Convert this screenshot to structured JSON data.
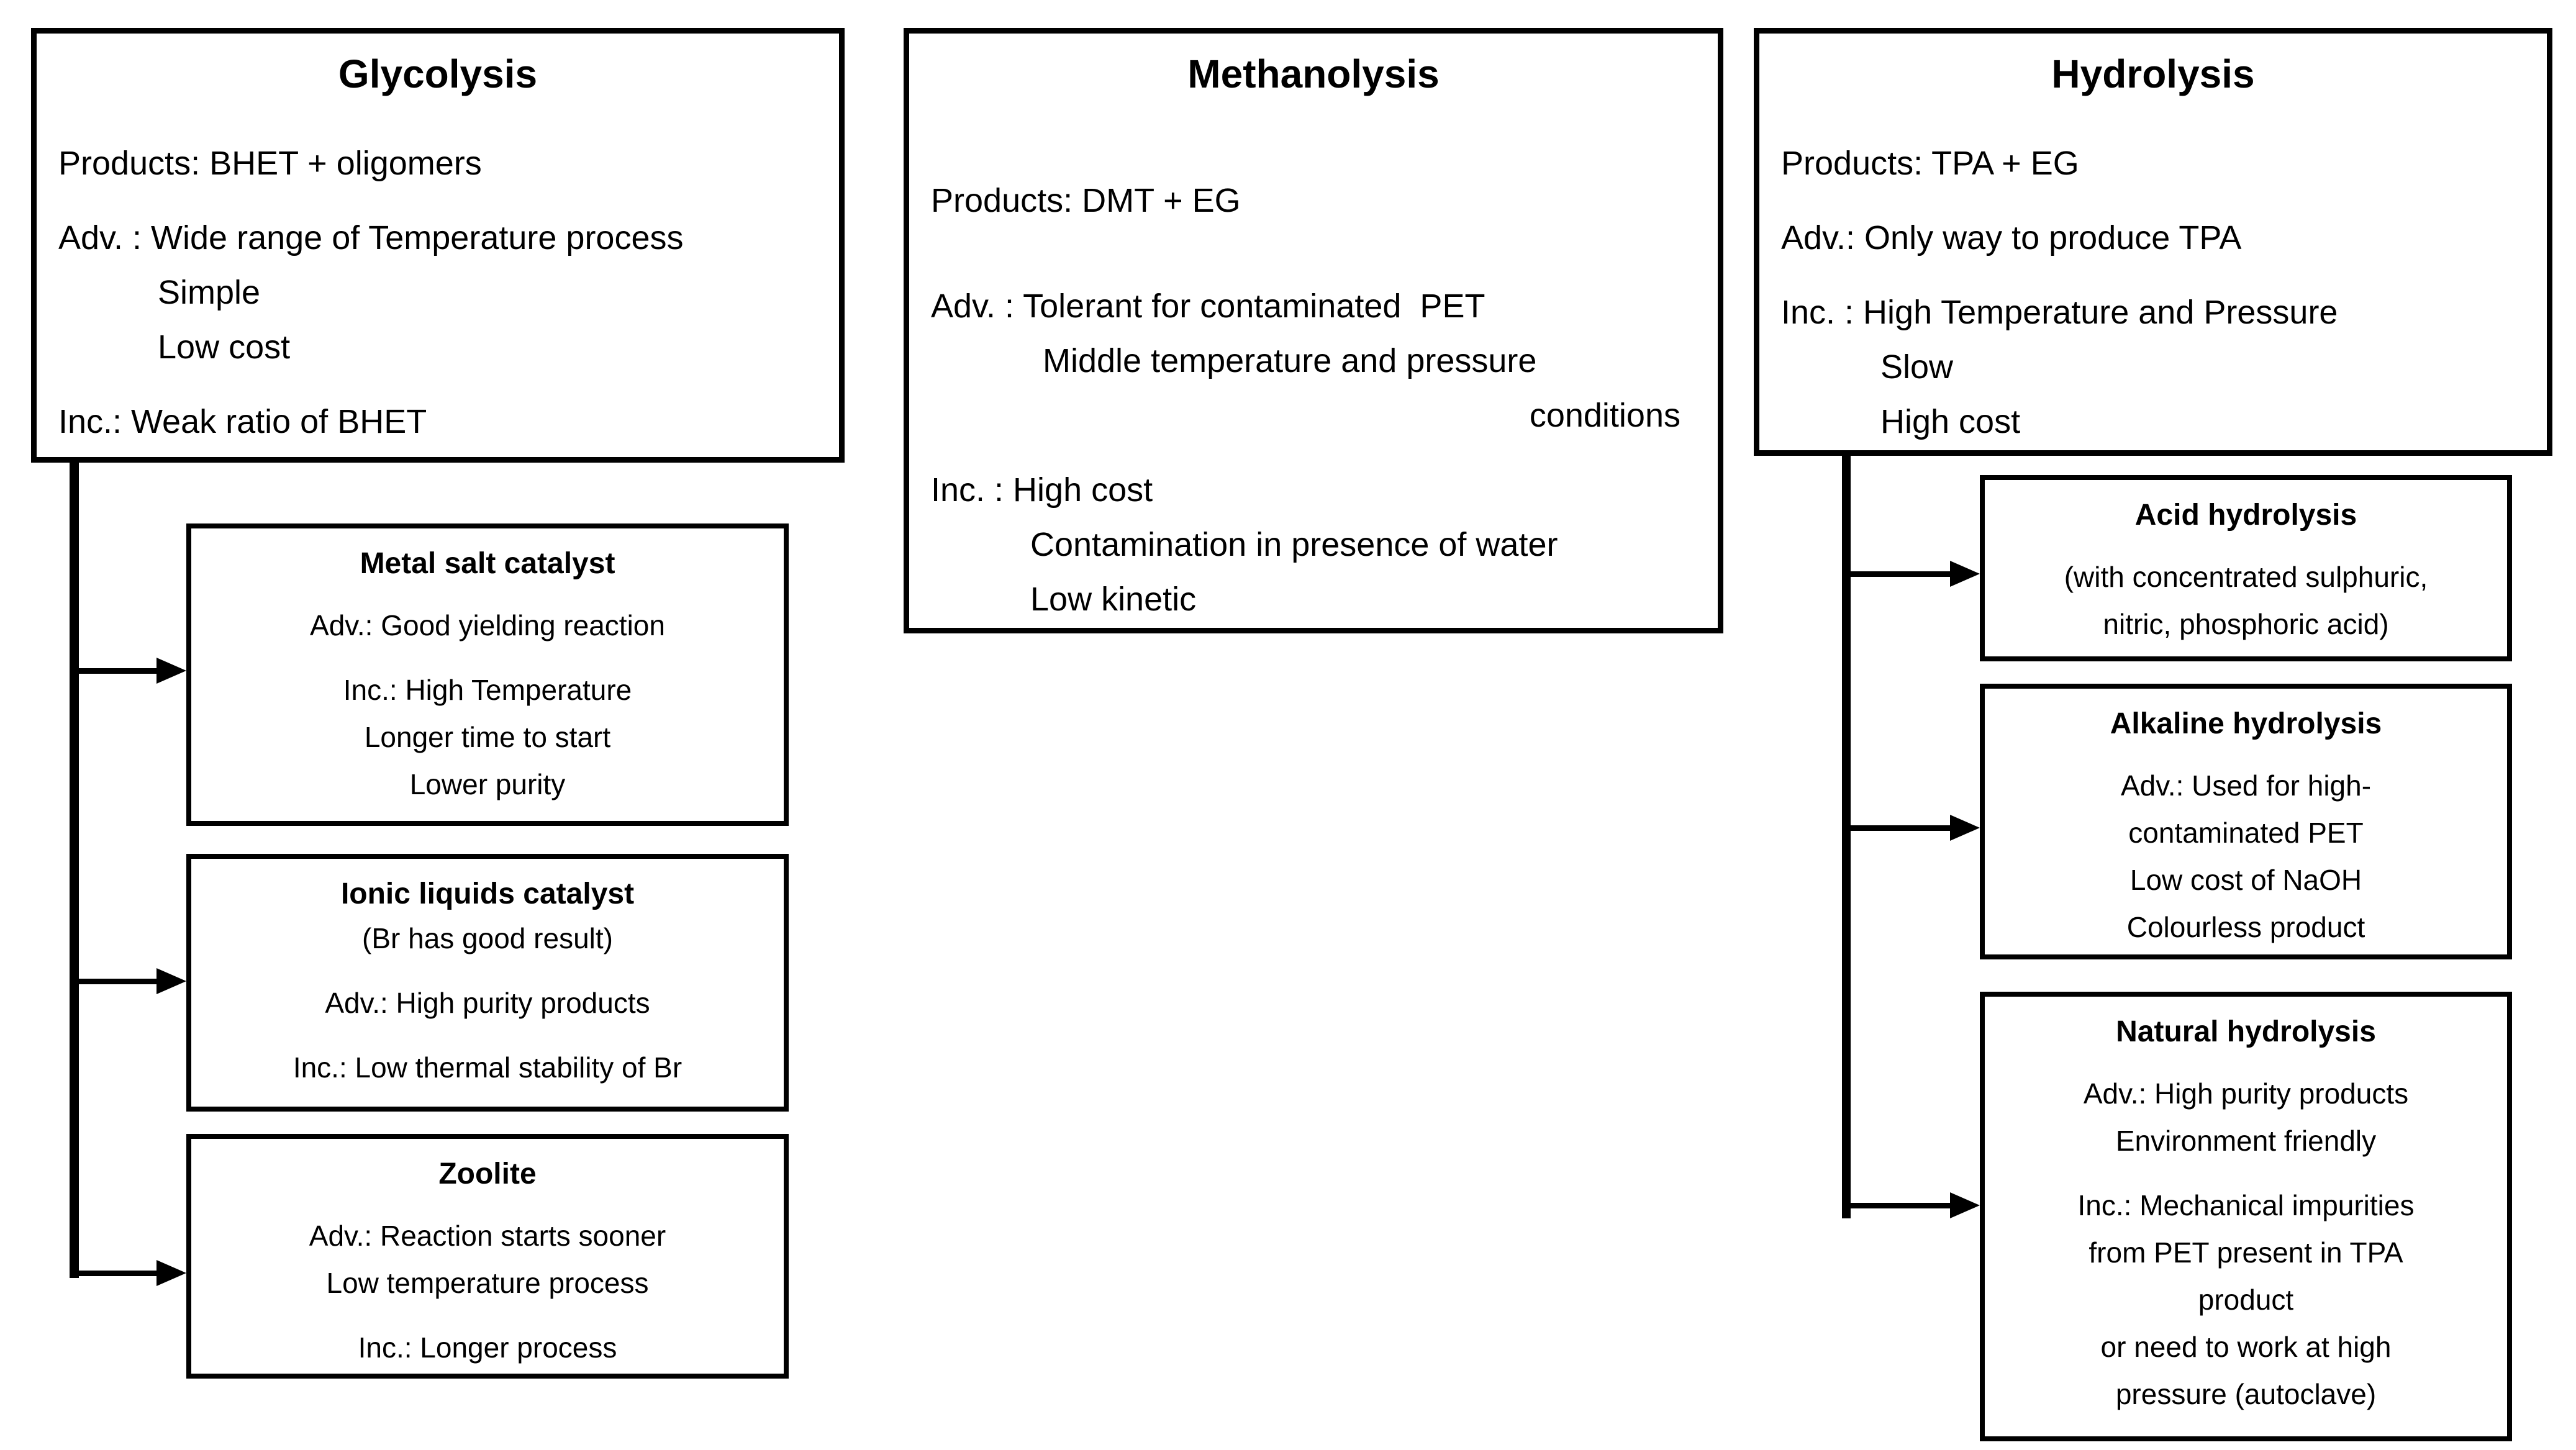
{
  "colors": {
    "ink": "#000000",
    "background": "#ffffff"
  },
  "glycolysis": {
    "title": "Glycolysis",
    "lines": [
      "Products: BHET + oligomers",
      "Adv. : Wide range of Temperature process",
      "Simple",
      "Low cost",
      "Inc.: Weak ratio of BHET"
    ]
  },
  "methanolysis": {
    "title": "Methanolysis",
    "lines": [
      "Products: DMT + EG",
      "Adv. : Tolerant for contaminated  PET",
      "Middle temperature and pressure",
      "conditions",
      "Inc. : High cost",
      "Contamination in presence of water",
      "Low kinetic"
    ]
  },
  "hydrolysis": {
    "title": "Hydrolysis",
    "lines": [
      "Products: TPA + EG",
      "Adv.: Only way to produce TPA",
      "Inc. : High Temperature and Pressure",
      "Slow",
      "High cost"
    ]
  },
  "metal_salt": {
    "title": "Metal salt catalyst",
    "lines": [
      "Adv.: Good yielding reaction",
      "Inc.: High Temperature",
      "Longer time to start",
      "Lower purity"
    ]
  },
  "ionic_liquids": {
    "title": "Ionic liquids catalyst",
    "subtitle": "(Br has good result)",
    "lines": [
      "Adv.: High purity products",
      "Inc.: Low thermal stability of Br"
    ]
  },
  "zoolite": {
    "title": "Zoolite",
    "lines": [
      "Adv.: Reaction starts sooner",
      "Low temperature process",
      "Inc.: Longer process"
    ]
  },
  "acid_hydrolysis": {
    "title": "Acid hydrolysis",
    "lines": [
      "(with concentrated sulphuric,",
      "nitric, phosphoric acid)"
    ]
  },
  "alkaline_hydrolysis": {
    "title": "Alkaline hydrolysis",
    "lines": [
      "Adv.: Used for high-",
      "contaminated PET",
      "Low cost of NaOH",
      "Colourless product"
    ]
  },
  "natural_hydrolysis": {
    "title": "Natural hydrolysis",
    "lines": [
      "Adv.: High purity products",
      "Environment friendly",
      "Inc.: Mechanical impurities",
      "from PET present in TPA",
      "product",
      "or need to work at high",
      "pressure (autoclave)"
    ]
  }
}
